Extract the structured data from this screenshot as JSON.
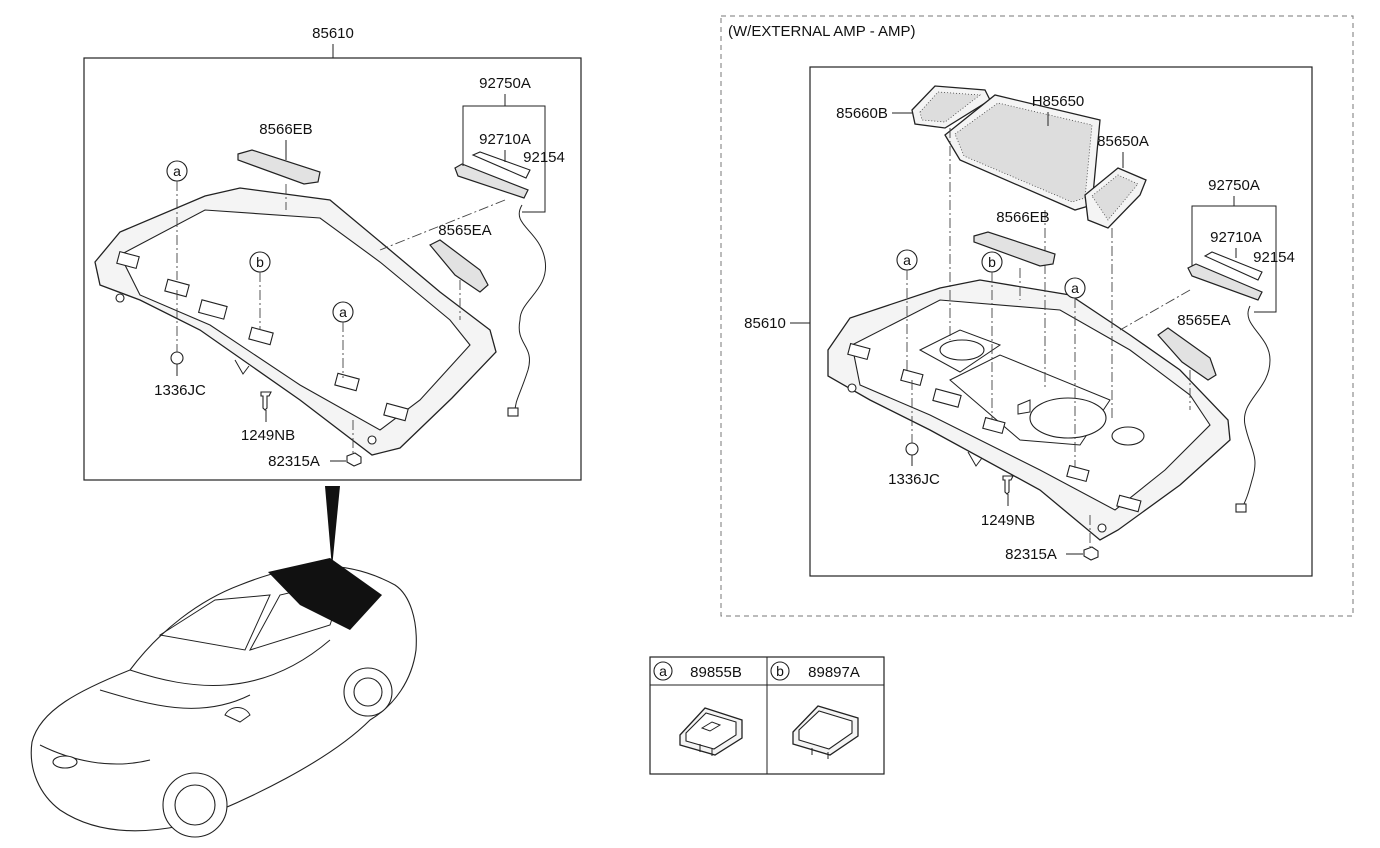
{
  "left_panel": {
    "title": "85610",
    "labels": [
      "92750A",
      "8566EB",
      "92710A",
      "92154",
      "8565EA",
      "1336JC",
      "1249NB",
      "82315A"
    ]
  },
  "right_panel": {
    "caption": "(W/EXTERNAL AMP - AMP)",
    "parent_label": "85610",
    "labels": [
      "85660B",
      "H85650",
      "85650A",
      "92750A",
      "8566EB",
      "92710A",
      "92154",
      "8565EA",
      "1336JC",
      "1249NB",
      "82315A"
    ]
  },
  "legend": {
    "items": [
      {
        "mark": "a",
        "code": "89855B"
      },
      {
        "mark": "b",
        "code": "89897A"
      }
    ]
  },
  "callout_marks": [
    "a",
    "b",
    "a",
    "a",
    "b",
    "a"
  ]
}
